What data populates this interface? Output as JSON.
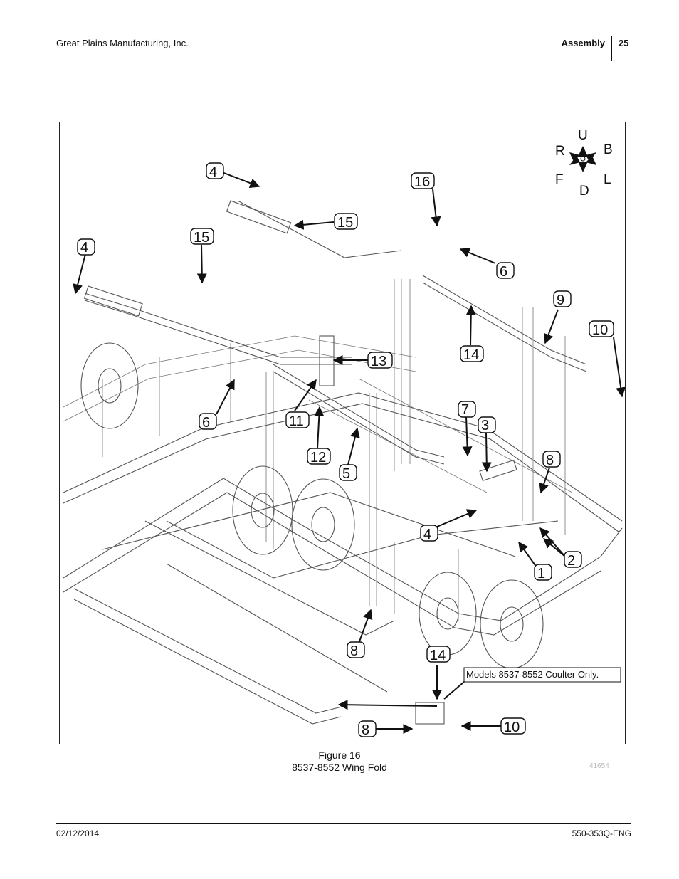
{
  "header": {
    "company": "Great Plains Manufacturing, Inc.",
    "section": "Assembly",
    "page_number": "25"
  },
  "figure": {
    "caption_line1": "Figure 16",
    "caption_line2": "8537-8552 Wing Fold",
    "figure_number": "41654",
    "compass": {
      "up": "U",
      "back": "B",
      "left": "L",
      "down": "D",
      "front": "F",
      "right": "R"
    },
    "note": "Models 8537-8552 Coulter Only.",
    "callouts": [
      "4",
      "16",
      "15",
      "4",
      "15",
      "6",
      "9",
      "10",
      "14",
      "13",
      "6",
      "11",
      "12",
      "7",
      "3",
      "5",
      "8",
      "4",
      "2",
      "1",
      "8",
      "14",
      "8",
      "10"
    ]
  },
  "footer": {
    "date": "02/12/2014",
    "doc_number": "550-353Q-ENG"
  }
}
